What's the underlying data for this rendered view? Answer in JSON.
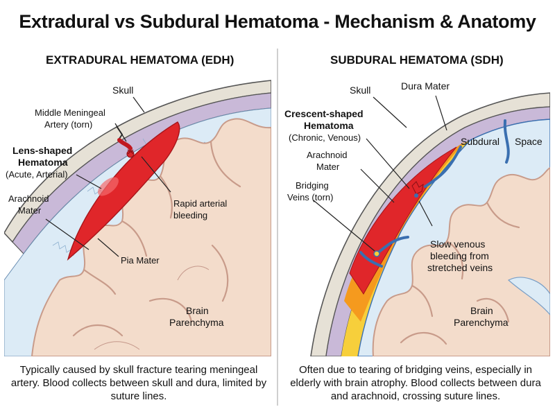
{
  "title": "Extradural vs Subdural Hematoma - Mechanism & Anatomy",
  "edh": {
    "heading": "EXTRADURAL HEMATOMA (EDH)",
    "labels": {
      "skull": "Skull",
      "artery_1": "Middle Meningeal",
      "artery_2": "Artery (torn)",
      "lens_1": "Lens-shaped",
      "lens_2": "Hematoma",
      "lens_3": "(Acute, Arterial)",
      "arachnoid_1": "Arachnoid",
      "arachnoid_2": "Mater",
      "rapid_1": "Rapid arterial",
      "rapid_2": "bleeding",
      "pia": "Pia Mater",
      "brain_1": "Brain",
      "brain_2": "Parenchyma"
    },
    "caption": "Typically caused by skull fracture tearing meningeal artery. Blood collects between skull and dura, limited by suture lines."
  },
  "sdh": {
    "heading": "SUBDURAL HEMATOMA (SDH)",
    "labels": {
      "skull": "Skull",
      "dura": "Dura Mater",
      "crescent_1": "Crescent-shaped",
      "crescent_2": "Hematoma",
      "crescent_3": "(Chronic, Venous)",
      "subdural": "Subdural",
      "space": "Space",
      "arachnoid_1": "Arachnoid",
      "arachnoid_2": "Mater",
      "bridging_1": "Bridging",
      "bridging_2": "Veins (torn)",
      "slow_1": "Slow venous",
      "slow_2": "bleeding from",
      "slow_3": "stretched veins",
      "brain_1": "Brain",
      "brain_2": "Parenchyma"
    },
    "caption": "Often due to tearing of bridging veins, especially in elderly with brain atrophy. Blood collects between dura and arachnoid, crossing suture lines."
  },
  "colors": {
    "skull": "#e6e1d6",
    "dura": "#c9b9d8",
    "csf": "#dcebf6",
    "brain": "#f3dccb",
    "gyrus_outline": "#c89b8a",
    "hematoma_red": "#e0262a",
    "vein_blue": "#3a6fb0",
    "hematoma_orange": "#f59a1e",
    "hematoma_yellow": "#f7cf3b"
  }
}
